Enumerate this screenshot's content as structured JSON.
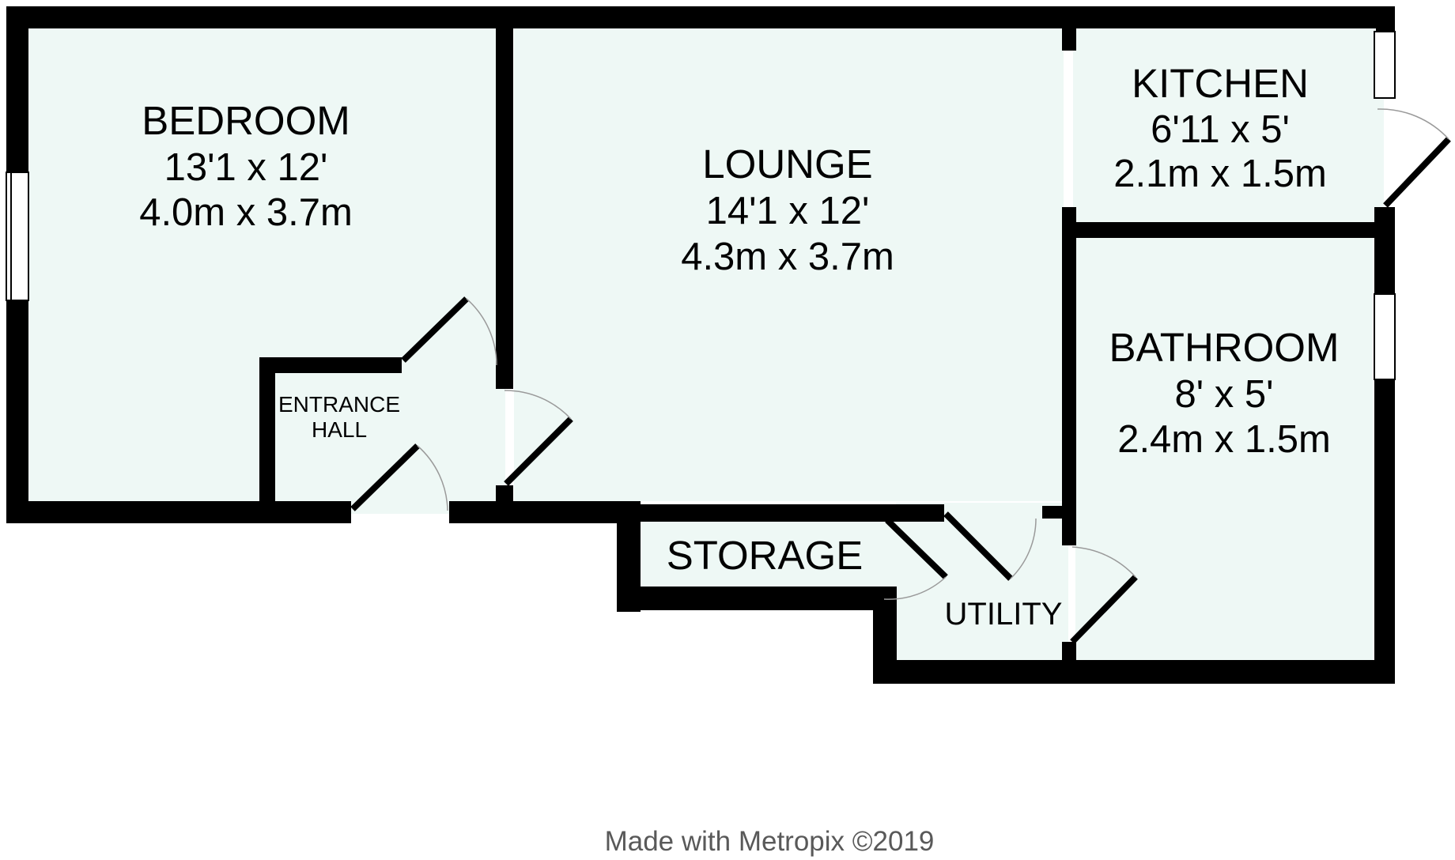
{
  "colors": {
    "room_fill": "#eef8f5",
    "wall": "#000000",
    "door_arc": "#9a9a9a",
    "window_fill": "#ffffff",
    "credit_text": "#595959"
  },
  "rooms": {
    "bedroom": {
      "name": "BEDROOM",
      "imperial": "13'1 x 12'",
      "metric": "4.0m x 3.7m"
    },
    "lounge": {
      "name": "LOUNGE",
      "imperial": "14'1 x 12'",
      "metric": "4.3m x 3.7m"
    },
    "kitchen": {
      "name": "KITCHEN",
      "imperial": "6'11 x 5'",
      "metric": "2.1m x 1.5m"
    },
    "bathroom": {
      "name": "BATHROOM",
      "imperial": "8' x 5'",
      "metric": "2.4m x 1.5m"
    },
    "entrance_hall": {
      "line1": "ENTRANCE",
      "line2": "HALL"
    },
    "storage": {
      "name": "STORAGE"
    },
    "utility": {
      "name": "UTILITY"
    }
  },
  "credit": "Made with Metropix ©2019"
}
